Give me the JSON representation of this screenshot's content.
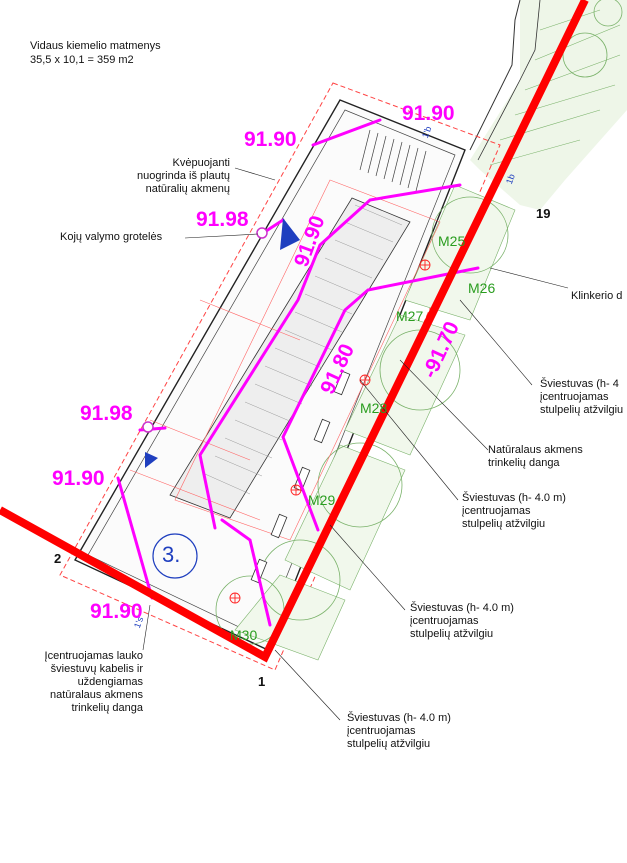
{
  "title": {
    "line1": "Vidaus kiemelio matmenys",
    "line2": "35,5 x 10,1 = 359 m2"
  },
  "annotations": {
    "gravel_1": "Kvėpuojanti",
    "gravel_2": "nuogrinda iš plautų",
    "gravel_3": "natūralių akmenų",
    "grate": "Kojų valymo grotelės",
    "clinker": "Klinkerio d",
    "light_a_1": "Šviestuvas (h- 4",
    "light_a_2": "įcentruojamas",
    "light_a_3": "stulpelių atžvilgiu",
    "stone_1": "Natūralaus akmens",
    "stone_2": "trinkelių danga",
    "light_b_1": "Šviestuvas (h- 4.0 m)",
    "light_b_2": "įcentruojamas",
    "light_b_3": "stulpelių atžvilgiu",
    "light_c_1": "Šviestuvas (h- 4.0 m)",
    "light_c_2": "įcentruojamas",
    "light_c_3": "stulpelių atžvilgiu",
    "light_d_1": "Šviestuvas (h- 4.0 m)",
    "light_d_2": "įcentruojamas",
    "light_d_3": "stulpelių atžvilgiu",
    "cable_1": "Įcentruojamas lauko",
    "cable_2": "šviestuvų kabelis ir",
    "cable_3": "uždengiamas",
    "cable_4": "natūralaus akmens",
    "cable_5": "trinkelių danga"
  },
  "levels": {
    "top_right": "91.90",
    "top_left": "91.90",
    "entry": "91.98",
    "middle": "91.90",
    "right_slope": "91.80",
    "right_edge": "-91.70",
    "left_mid": "91.98",
    "left_low": "91.90",
    "bottom": "91.90"
  },
  "zones": {
    "z1": "M25",
    "z2": "M26",
    "z3": "M27",
    "z4": "M28",
    "z5": "M29",
    "z6": "M30"
  },
  "points": {
    "p1": "1",
    "p2": "2",
    "p19": "19"
  },
  "sections": {
    "s1": "1's",
    "s2": "1'b",
    "s3": "1b"
  },
  "area_number": "3.",
  "colors": {
    "boundary": "#ff0000",
    "level": "#ff00ff",
    "zone": "#2a9d1f",
    "marker": "#1f3fbf",
    "dashed": "#ff4444"
  }
}
